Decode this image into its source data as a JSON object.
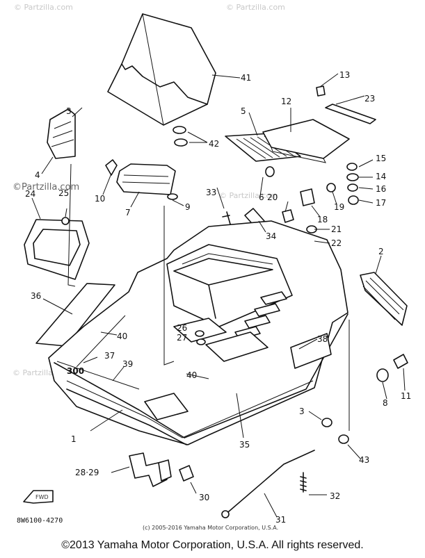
{
  "watermark": "©Partzilla.com",
  "drawing_number": "8W6100-4270",
  "credit": "(c) 2005-2016 Yamaha Motor Corporation, U.S.A.",
  "copyright": "©2013 Yamaha Motor Corporation, U.S.A. All rights reserved.",
  "callouts": {
    "c1": "1",
    "c2": "2",
    "c3": "3",
    "c4": "4",
    "c5": "5",
    "c6": "6",
    "c7": "7",
    "c8": "8",
    "c9": "9",
    "c10": "10",
    "c11": "11",
    "c12": "12",
    "c13": "13",
    "c14": "14",
    "c15": "15",
    "c16": "16",
    "c17": "17",
    "c18": "18",
    "c19": "19",
    "c20": "20",
    "c21": "21",
    "c22": "22",
    "c23": "23",
    "c24": "24",
    "c25": "25",
    "c26": "26",
    "c27": "27",
    "c2829": "28·29",
    "c30": "30",
    "c31": "31",
    "c32": "32",
    "c33": "33",
    "c34": "34",
    "c35": "35",
    "c36": "36",
    "c37": "37",
    "c38": "38",
    "c39": "39",
    "c40a": "40",
    "c40b": "40",
    "c41": "41",
    "c42": "42",
    "c43": "43"
  },
  "badge_text": "300",
  "fwd_text": "FWD"
}
